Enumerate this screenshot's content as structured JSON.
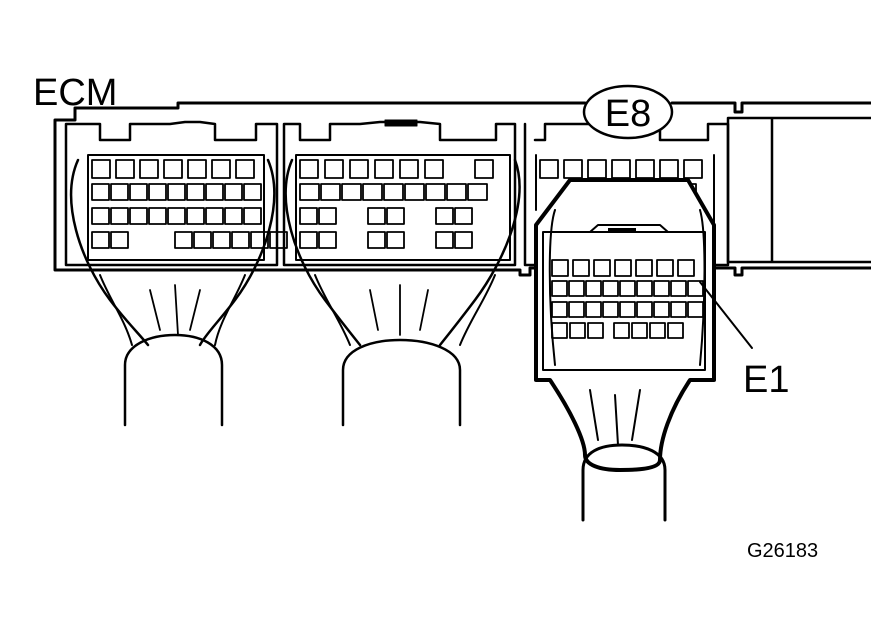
{
  "diagram": {
    "component_label": "ECM",
    "connector_label": "E8",
    "terminal_label": "E1",
    "figure_code": "G26183"
  },
  "colors": {
    "line": "#000000",
    "background": "#ffffff"
  }
}
